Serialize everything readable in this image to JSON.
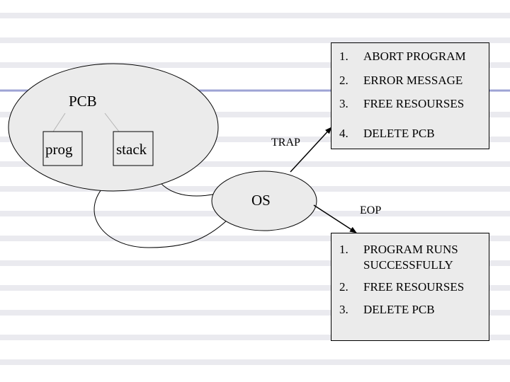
{
  "pcb": {
    "label": "PCB",
    "prog_label": "prog",
    "stack_label": "stack"
  },
  "os": {
    "label": "OS"
  },
  "arrows": {
    "trap_label": "TRAP",
    "eop_label": "EOP"
  },
  "trap_box": {
    "items": [
      {
        "num": "1.",
        "text": "ABORT PROGRAM"
      },
      {
        "num": "2.",
        "text": "ERROR MESSAGE"
      },
      {
        "num": "3.",
        "text": "FREE RESOURSES"
      },
      {
        "num": "4.",
        "text": "DELETE PCB"
      }
    ]
  },
  "eop_box": {
    "items": [
      {
        "num": "1.",
        "text": "PROGRAM RUNS SUCCESSFULLY"
      },
      {
        "num": "2.",
        "text": "FREE RESOURSES"
      },
      {
        "num": "3.",
        "text": "DELETE PCB"
      }
    ]
  },
  "colors": {
    "background": "#ffffff",
    "stripes": "#e9e9ee",
    "shape_fill": "#ebebeb",
    "accent_line": "#9ea3d4",
    "outline": "#000000"
  }
}
